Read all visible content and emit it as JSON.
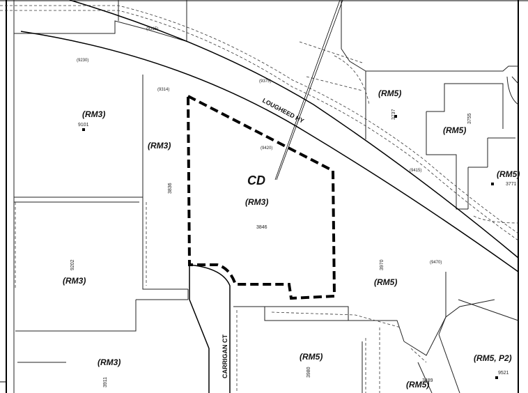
{
  "streets": {
    "lougheed": "LOUGHEED HY",
    "carrigan": "CARRIGAN CT"
  },
  "subject": {
    "designation": "CD",
    "zone": "(RM3)",
    "address": "3846",
    "lot_ref": "(9420)"
  },
  "zones": [
    {
      "label": "(RM3)"
    },
    {
      "label": "(RM3)"
    },
    {
      "label": "(RM3)"
    },
    {
      "label": "(RM3)"
    },
    {
      "label": "(RM5)"
    },
    {
      "label": "(RM5)"
    },
    {
      "label": "(RM5)"
    },
    {
      "label": "(RM5)"
    },
    {
      "label": "(RM5)"
    },
    {
      "label": "(RM5)"
    },
    {
      "label": "(RM5, P2)"
    }
  ],
  "addresses": [
    {
      "text": "9101"
    },
    {
      "text": "3836"
    },
    {
      "text": "9202"
    },
    {
      "text": "3911"
    },
    {
      "text": "3737"
    },
    {
      "text": "3755"
    },
    {
      "text": "3771"
    },
    {
      "text": "3970"
    },
    {
      "text": "3980"
    },
    {
      "text": "3489"
    },
    {
      "text": "9521"
    }
  ],
  "lot_refs": [
    {
      "text": "(9315)"
    },
    {
      "text": "(9230)"
    },
    {
      "text": "(9314)"
    },
    {
      "text": "(9375)"
    },
    {
      "text": "(9415)"
    },
    {
      "text": "(9470)"
    }
  ]
}
